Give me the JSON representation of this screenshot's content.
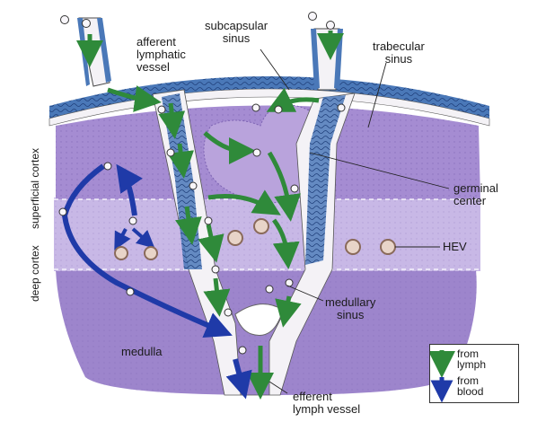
{
  "labels": {
    "afferent": "afferent\nlymphatic\nvessel",
    "subcapsular": "subcapsular\nsinus",
    "trabecular": "trabecular\nsinus",
    "germinal": "germinal\ncenter",
    "hev": "HEV",
    "medullary_sinus": "medullary\nsinus",
    "medulla": "medulla",
    "efferent": "efferent\nlymph vessel",
    "superficial_cortex": "superficial cortex",
    "deep_cortex": "deep cortex"
  },
  "legend": {
    "lymph": "from\nlymph",
    "blood": "from\nblood"
  },
  "colors": {
    "lymph_arrow": "#2f8a3a",
    "blood_arrow": "#1f3aa8",
    "capsule": "#4a78b8",
    "superficial_cortex": "#a58cd2",
    "deep_cortex": "#c8b8e6",
    "medulla": "#9d85cc",
    "sinus": "#f4f2f6"
  }
}
